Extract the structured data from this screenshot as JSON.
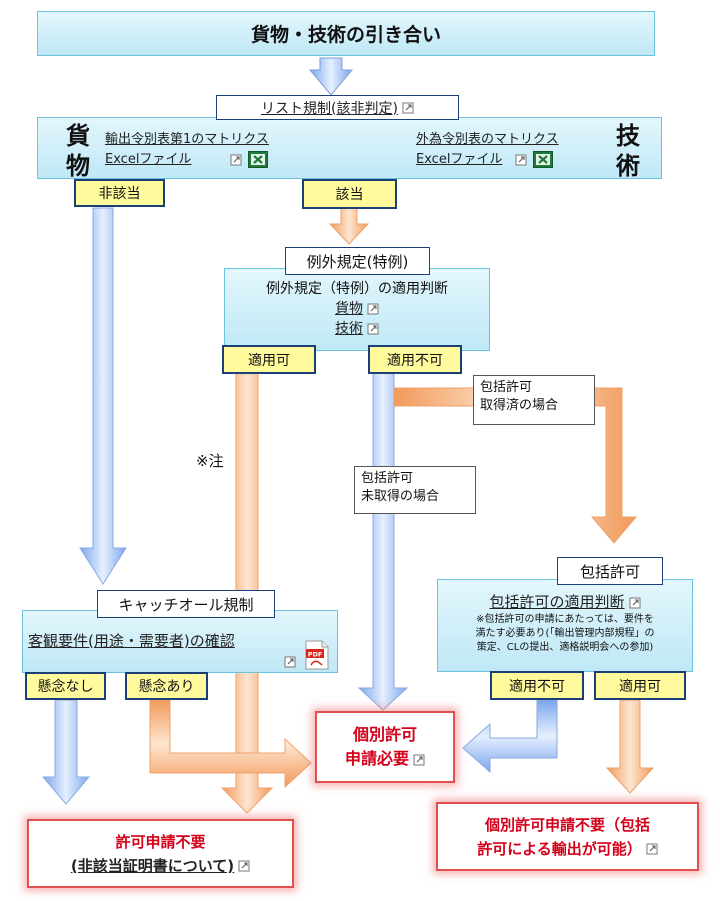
{
  "title": "貨物・技術の引き合い",
  "list_reg": {
    "header": "リスト規制(該非判定)",
    "goods_big": "貨物",
    "tech_big": "技術",
    "goods_link": "輸出令別表第1のマトリクス",
    "goods_excel": "Excelファイル",
    "tech_link": "外為令別表のマトリクス",
    "tech_excel": "Excelファイル"
  },
  "labels": {
    "hi_gaitou": "非該当",
    "gaitou": "該当",
    "tekiyou_ka": "適用可",
    "tekiyou_fuka": "適用不可",
    "note": "※注",
    "kenen_nashi": "懸念なし",
    "kenen_ari": "懸念あり",
    "hokatsu_fuka": "適用不可",
    "hokatsu_ka": "適用可"
  },
  "exception": {
    "header": "例外規定(特例)",
    "line1": "例外規定（特例）の適用判断",
    "goods": "貨物",
    "tech": "技術"
  },
  "conditions": {
    "acquired": [
      "包括許可",
      "取得済の場合"
    ],
    "not_acquired": [
      "包括許可",
      "未取得の場合"
    ]
  },
  "catchall": {
    "header": "キャッチオール規制",
    "body": "客観要件(用途・需要者)の確認",
    "pdf_label": "PDF"
  },
  "hokatsu": {
    "header": "包括許可",
    "title": "包括許可の適用判断",
    "note": [
      "※包括許可の申請にあたっては、要件を",
      "満たす必要あり(「輸出管理内部規程」の",
      "策定、CLの提出、適格説明会への参加)"
    ]
  },
  "results": {
    "individual": [
      "個別許可",
      "申請必要"
    ],
    "not_required": [
      "許可申請不要",
      "(非該当証明書について)"
    ],
    "not_required_hokatsu": [
      "個別許可申請不要（包括",
      "許可による輸出が可能）"
    ]
  },
  "colors": {
    "arrow_blue": "#8ab4ee",
    "arrow_orange": "#f6b782",
    "box_border": "#1d3f78",
    "result_red": "#d4001a"
  }
}
